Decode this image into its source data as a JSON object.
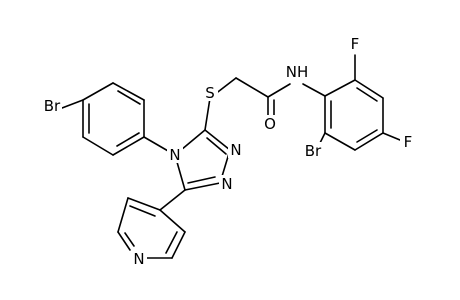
{
  "molecule": {
    "atoms": {
      "br_phenyl": "Br",
      "sulfur": "S",
      "nh": "NH",
      "f_top": "F",
      "f_right": "F",
      "br_anilide": "Br",
      "carbonyl_o": "O",
      "triazole_n4": "N",
      "triazole_n2": "N",
      "triazole_n1": "N",
      "pyridine_n": "N"
    }
  }
}
